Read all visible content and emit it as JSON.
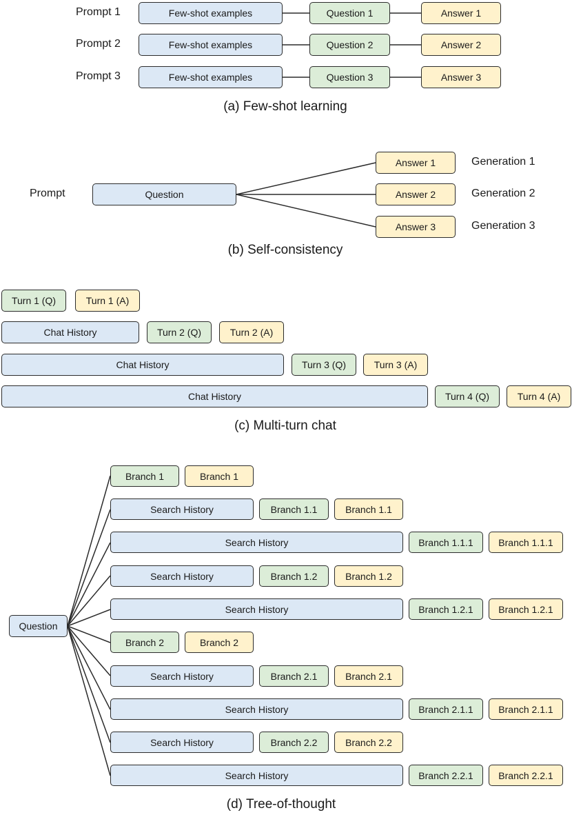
{
  "few_shot": {
    "caption": "(a) Few-shot learning",
    "rows": [
      {
        "prompt": "Prompt 1",
        "examples": "Few-shot examples",
        "question": "Question 1",
        "answer": "Answer 1"
      },
      {
        "prompt": "Prompt 2",
        "examples": "Few-shot examples",
        "question": "Question 2",
        "answer": "Answer 2"
      },
      {
        "prompt": "Prompt 3",
        "examples": "Few-shot examples",
        "question": "Question 3",
        "answer": "Answer 3"
      }
    ]
  },
  "self_consistency": {
    "caption": "(b) Self-consistency",
    "prompt_label": "Prompt",
    "question": "Question",
    "answers": [
      {
        "answer": "Answer 1",
        "generation": "Generation 1"
      },
      {
        "answer": "Answer 2",
        "generation": "Generation 2"
      },
      {
        "answer": "Answer 3",
        "generation": "Generation 3"
      }
    ]
  },
  "multi_turn": {
    "caption": "(c) Multi-turn chat",
    "rows": [
      {
        "history": "",
        "q": "Turn 1 (Q)",
        "a": "Turn 1 (A)"
      },
      {
        "history": "Chat History",
        "q": "Turn 2 (Q)",
        "a": "Turn 2 (A)"
      },
      {
        "history": "Chat History",
        "q": "Turn 3 (Q)",
        "a": "Turn 3 (A)"
      },
      {
        "history": "Chat History",
        "q": "Turn 4 (Q)",
        "a": "Turn 4 (A)"
      }
    ]
  },
  "tree_of_thought": {
    "caption": "(d) Tree-of-thought",
    "root": "Question",
    "rows": [
      {
        "history": "",
        "q": "Branch 1",
        "a": "Branch 1"
      },
      {
        "history": "Search History",
        "q": "Branch 1.1",
        "a": "Branch 1.1"
      },
      {
        "history": "Search History",
        "q": "Branch 1.1.1",
        "a": "Branch 1.1.1"
      },
      {
        "history": "Search History",
        "q": "Branch 1.2",
        "a": "Branch 1.2"
      },
      {
        "history": "Search History",
        "q": "Branch 1.2.1",
        "a": "Branch 1.2.1"
      },
      {
        "history": "",
        "q": "Branch 2",
        "a": "Branch 2"
      },
      {
        "history": "Search History",
        "q": "Branch 2.1",
        "a": "Branch 2.1"
      },
      {
        "history": "Search History",
        "q": "Branch 2.1.1",
        "a": "Branch 2.1.1"
      },
      {
        "history": "Search History",
        "q": "Branch 2.2",
        "a": "Branch 2.2"
      },
      {
        "history": "Search History",
        "q": "Branch 2.2.1",
        "a": "Branch 2.2.1"
      }
    ]
  },
  "colors": {
    "history": "#dce8f5",
    "question": "#dcedd8",
    "answer": "#fff2cc",
    "stroke": "#2b2b2b"
  }
}
